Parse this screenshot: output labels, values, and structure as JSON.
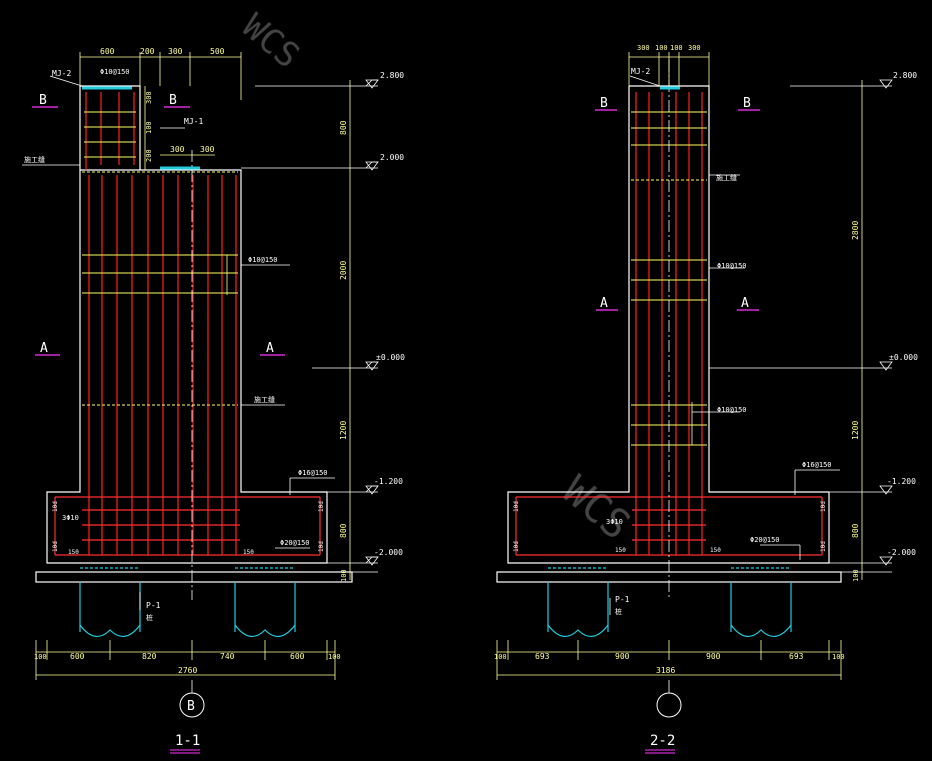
{
  "colors": {
    "background": "#000000",
    "outline": "#ffffff",
    "rebar_vertical": "#ff2020",
    "rebar_horizontal": "#ff3030",
    "stirrup": "#ffff66",
    "dimension": "#ffff99",
    "pile": "#22ccdd",
    "label_underline": "#ff33ff",
    "center_line": "#ffffff",
    "watermark": "#888888"
  },
  "section_1": {
    "title": "1-1",
    "axis_bubble": "B",
    "mark_B_left": "B",
    "mark_B_right": "B",
    "mark_A_left": "A",
    "mark_A_right": "A",
    "top_dims": [
      "600",
      "200",
      "300",
      "500"
    ],
    "mid_dims": [
      "300",
      "300"
    ],
    "side_small_dims": [
      "300",
      "100",
      "200"
    ],
    "embed_top": "MJ-2",
    "embed_mid": "MJ-1",
    "rebar_top": "Φ10@150",
    "rebar_mid": "Φ10@150",
    "rebar_base": "Φ16@150",
    "rebar_base_bot": "Φ20@150",
    "construction_joint": "施工缝",
    "cap_left_note": "3Φ10",
    "cap_left_top": "10d",
    "cap_left_bot": "10d",
    "cap_bottom_left": "150",
    "cap_bottom_right": "150",
    "cap_right_top": "10d",
    "cap_right_bot": "10d",
    "pile_label": "P-1",
    "pile_note": "桩",
    "elev_top": "2.800",
    "elev_step": "2.000",
    "elev_zero": "±0.000",
    "elev_cap_top": "-1.200",
    "elev_cap_bot": "-2.000",
    "vert_dims": [
      "800",
      "2000",
      "1200",
      "800",
      "100"
    ],
    "bottom_dims": [
      "100",
      "600",
      "820",
      "740",
      "600",
      "100"
    ],
    "total_dim": "2760"
  },
  "section_2": {
    "title": "2-2",
    "axis_bubble": "",
    "mark_B_left": "B",
    "mark_B_right": "B",
    "mark_A_left": "A",
    "mark_A_right": "A",
    "top_dims": [
      "300",
      "100",
      "100",
      "300"
    ],
    "embed_top": "MJ-2",
    "rebar_mid": "Φ10@150",
    "rebar_low": "Φ10@150",
    "rebar_base": "Φ16@150",
    "rebar_base_bot": "Φ20@150",
    "construction_joint": "施工缝",
    "cap_left_note": "3Φ10",
    "cap_left_top": "10d",
    "cap_left_bot": "10d",
    "cap_bottom_left": "150",
    "cap_bottom_right": "150",
    "cap_right_top": "10d",
    "cap_right_bot": "10d",
    "pile_label": "P-1",
    "pile_note": "桩",
    "elev_top": "2.800",
    "elev_zero": "±0.000",
    "elev_cap_top": "-1.200",
    "elev_cap_bot": "-2.000",
    "vert_dims": [
      "2800",
      "1200",
      "800",
      "100"
    ],
    "bottom_dims": [
      "100",
      "693",
      "900",
      "900",
      "693",
      "100"
    ],
    "total_dim": "3186"
  },
  "watermark": "WCS"
}
